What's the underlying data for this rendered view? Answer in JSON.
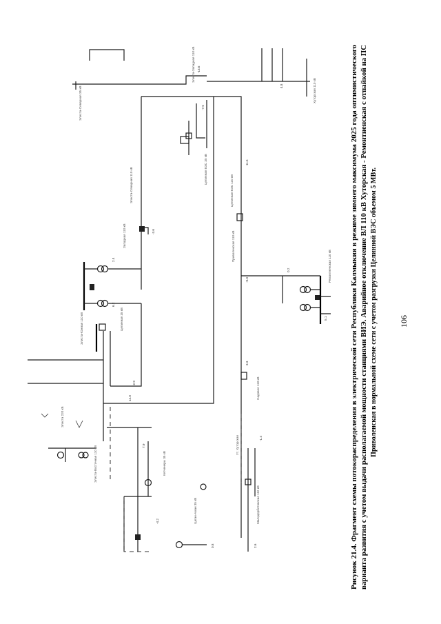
{
  "caption": {
    "lines": [
      "Рисунок 21.4. Фрагмент схемы потокораспределения в электрической сети Республики Калмыкия в режиме зимнего максимума 2025 года оптимистического",
      "варианта развития с учетом выдачи располагаемой мощности станциями ВИЭ. Аварийное отключение ВЛ 110 кВ Хуторская - Ремонтненская с отпайкой на ПС",
      "Приволенская в нормальной схеме сети с учетом разгрузки Целинной ВЭС объемом 5 МВт."
    ]
  },
  "page_number": "106",
  "diagram": {
    "labels": {
      "l1": "Элиста-Северная 35 кВ",
      "l2": "Элиста-Западная 110 кВ",
      "l3": "Хуторская 110 кВ",
      "l4": "Целинная ВЭС 35 кВ",
      "l5": "Целинная ВЭС 110 кВ",
      "l6": "Элиста-Северная 110 кВ",
      "l7": "Западная 110 кВ",
      "l8": "Приволенская 110 кВ",
      "l9": "Ремонтненская 110 кВ",
      "l10": "Элиста-Южная 110 кВ",
      "l11": "Целинная 35 кВ",
      "l12": "Элиста 220 кВ",
      "l13": "Элиста-Восточная 110 кВ",
      "l14": "Кетченеры 35 кВ",
      "l15": "Садовое 110 кВ",
      "l16": "Ут. Хуторская",
      "l17": "Малодербетовская 110 кВ",
      "l18": "Цаган-Аман 35 кВ"
    },
    "flows": {
      "f1": "-14.6",
      "f2": "4.8",
      "f3": "-7.5",
      "f4": "11.5",
      "f5": "-3.6",
      "f6": "2.4",
      "f7": "6.2",
      "f8": "-9.3",
      "f9": "0.2",
      "f10": "5.1",
      "f11": "-2.9",
      "f12": "12.0",
      "f13": "3.3",
      "f14": "-1.4",
      "f15": "7.9",
      "f16": "-4.2",
      "f17": "0.8",
      "f18": "2.6"
    }
  }
}
